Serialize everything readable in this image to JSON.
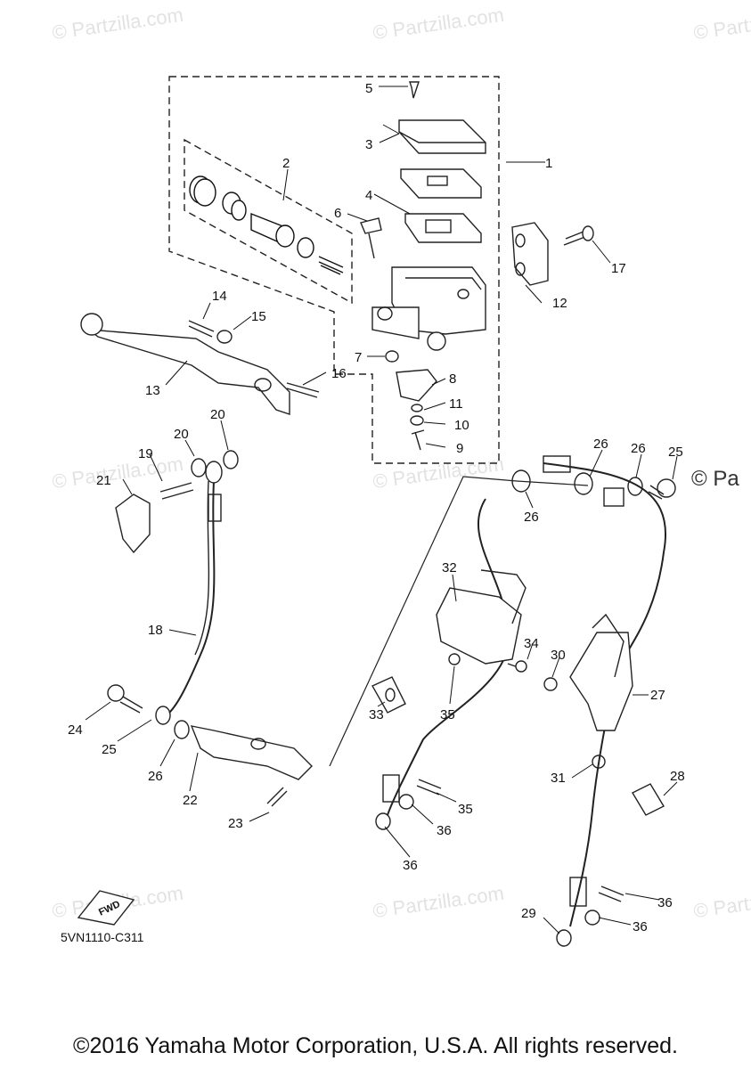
{
  "watermark": "© Partzilla.com",
  "watermark_side": "© Pa",
  "diagram_code": "5VN1110-C311",
  "fwd_arrow": "FWD",
  "copyright": "©2016 Yamaha Motor Corporation, U.S.A. All rights reserved.",
  "callouts": [
    "1",
    "2",
    "3",
    "4",
    "5",
    "6",
    "7",
    "8",
    "9",
    "10",
    "11",
    "12",
    "13",
    "14",
    "15",
    "16",
    "17",
    "18",
    "19",
    "20",
    "20",
    "21",
    "22",
    "23",
    "24",
    "25",
    "25",
    "26",
    "26",
    "26",
    "26",
    "27",
    "28",
    "29",
    "30",
    "31",
    "32",
    "33",
    "34",
    "35",
    "35",
    "36",
    "36",
    "36",
    "36"
  ]
}
